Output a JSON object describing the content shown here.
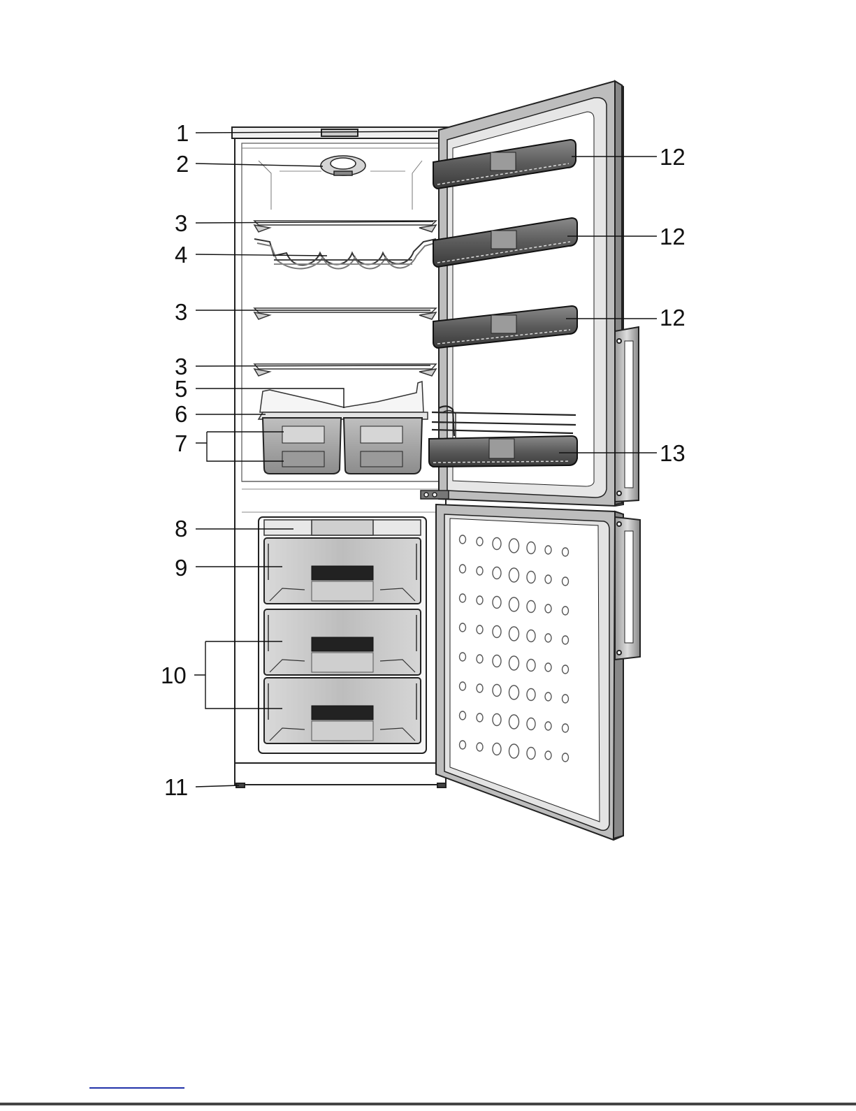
{
  "callouts": [
    {
      "id": "c1",
      "label": "1"
    },
    {
      "id": "c2",
      "label": "2"
    },
    {
      "id": "c3a",
      "label": "3"
    },
    {
      "id": "c4",
      "label": "4"
    },
    {
      "id": "c3b",
      "label": "3"
    },
    {
      "id": "c3c",
      "label": "3"
    },
    {
      "id": "c5",
      "label": "5"
    },
    {
      "id": "c6",
      "label": "6"
    },
    {
      "id": "c7",
      "label": "7"
    },
    {
      "id": "c8",
      "label": "8"
    },
    {
      "id": "c9",
      "label": "9"
    },
    {
      "id": "c10",
      "label": "10"
    },
    {
      "id": "c11",
      "label": "11"
    },
    {
      "id": "c12a",
      "label": "12"
    },
    {
      "id": "c12b",
      "label": "12"
    },
    {
      "id": "c12c",
      "label": "12"
    },
    {
      "id": "c13",
      "label": "13"
    }
  ]
}
